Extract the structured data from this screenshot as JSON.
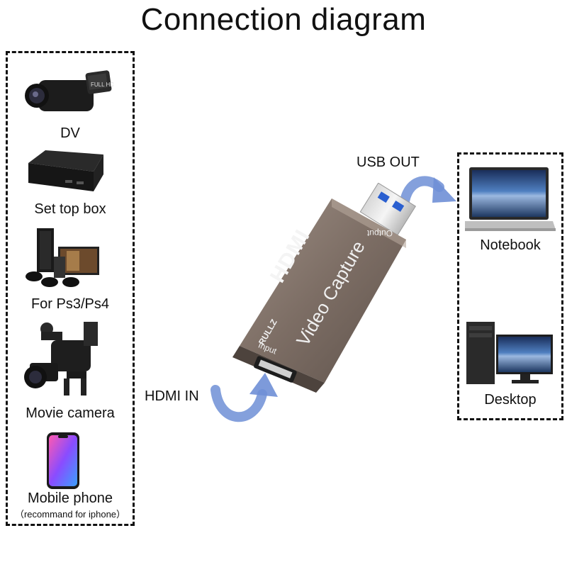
{
  "title": "Connection diagram",
  "sources": [
    {
      "label": "DV",
      "icon": "camcorder-icon"
    },
    {
      "label": "Set top box",
      "icon": "set-top-box-icon"
    },
    {
      "label": "For Ps3/Ps4",
      "icon": "game-console-icon"
    },
    {
      "label": "Movie camera",
      "icon": "movie-camera-icon"
    },
    {
      "label": "Mobile phone",
      "icon": "mobile-phone-icon",
      "note": "（recommand for iphone）"
    }
  ],
  "targets": [
    {
      "label": "Notebook",
      "icon": "notebook-icon"
    },
    {
      "label": "Desktop",
      "icon": "desktop-icon"
    }
  ],
  "device": {
    "brand": "RULLZ",
    "logo": "HDMI",
    "name": "Video Capture",
    "port_out": "Output",
    "port_in": "Input"
  },
  "arrows": {
    "hdmi_in": "HDMI IN",
    "usb_out": "USB OUT"
  },
  "colors": {
    "device_body": "#8a7b72",
    "arrow": "#6f8fd6"
  }
}
